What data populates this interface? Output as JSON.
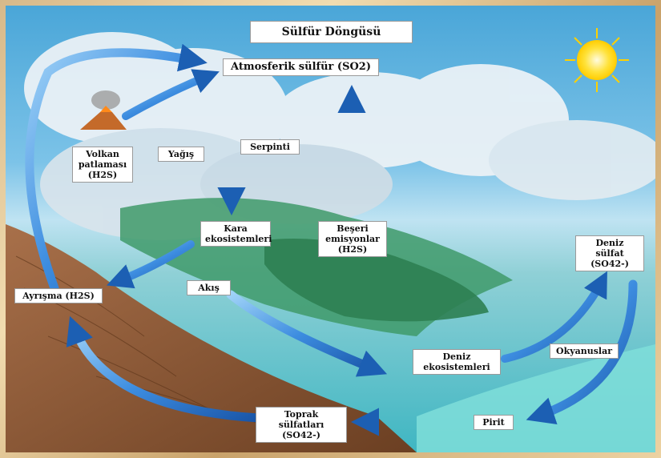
{
  "title": "Sülfür Döngüsü",
  "nodes": {
    "atmospheric_sulfur": "Atmosferik sülfür (SO2)",
    "volcano": [
      "Volkan",
      "patlaması",
      "(H2S)"
    ],
    "rain": "Yağış",
    "deposition": "Serpinti",
    "land_ecosystems": [
      "Kara",
      "ekosistemleri"
    ],
    "human_emissions": [
      "Beşeri",
      "emisyonlar",
      "(H2S)"
    ],
    "sea_sulfate": [
      "Deniz sülfat",
      "(SO42-)"
    ],
    "weathering": "Ayrışma (H2S)",
    "runoff": "Akış",
    "oceans": "Okyanuslar",
    "marine_ecosystems": [
      "Deniz",
      "ekosistemleri"
    ],
    "pyrite": "Pirit",
    "soil_sulfates": [
      "Toprak sülfatları",
      "(SO42-)"
    ]
  },
  "colors": {
    "arrow_dark": "#1c5fb3",
    "arrow_light": "#6fb6ee",
    "label_bg": "#ffffff",
    "sun": "#ffe23a"
  },
  "icons": {
    "sun": "sun-icon",
    "volcano": "volcano-icon"
  }
}
